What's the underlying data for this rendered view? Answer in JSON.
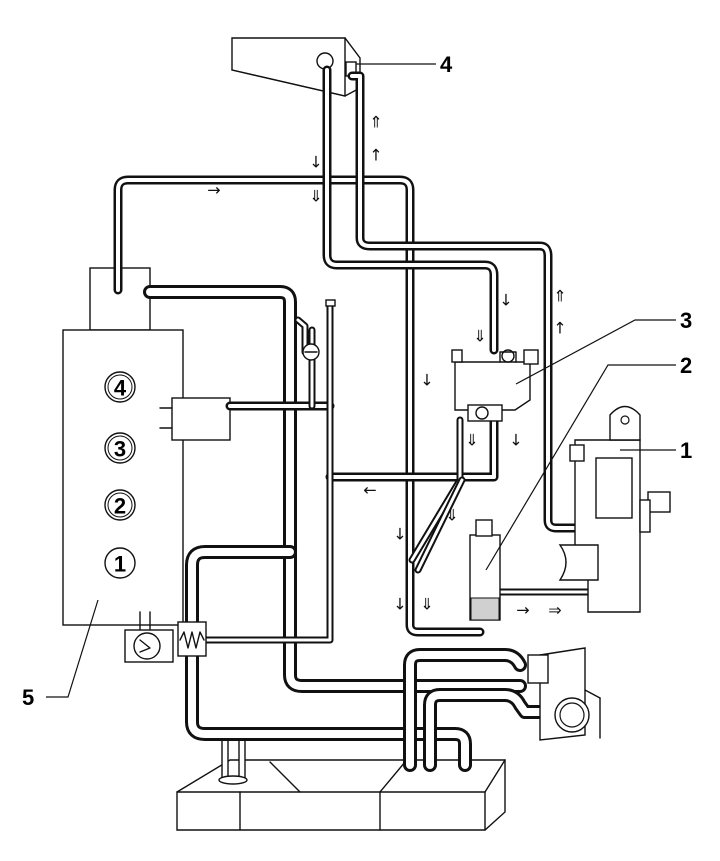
{
  "callouts": [
    {
      "label": "4"
    },
    {
      "label": "3"
    },
    {
      "label": "2"
    },
    {
      "label": "1"
    },
    {
      "label": "5"
    }
  ],
  "cylinders": [
    {
      "label": "4"
    },
    {
      "label": "3"
    },
    {
      "label": "2"
    },
    {
      "label": "1"
    }
  ],
  "arrows": [
    {
      "glyph": "↓"
    },
    {
      "glyph": "⇓"
    },
    {
      "glyph": "⇑"
    },
    {
      "glyph": "↑"
    },
    {
      "glyph": "→"
    },
    {
      "glyph": "↓"
    },
    {
      "glyph": "⇓"
    },
    {
      "glyph": "⇑"
    },
    {
      "glyph": "↑"
    },
    {
      "glyph": "↓"
    },
    {
      "glyph": "⇓"
    },
    {
      "glyph": "↓"
    },
    {
      "glyph": "←"
    },
    {
      "glyph": "↓"
    },
    {
      "glyph": "⇓"
    },
    {
      "glyph": "↓"
    },
    {
      "glyph": "⇓"
    },
    {
      "glyph": "→"
    },
    {
      "glyph": "⇒"
    }
  ]
}
